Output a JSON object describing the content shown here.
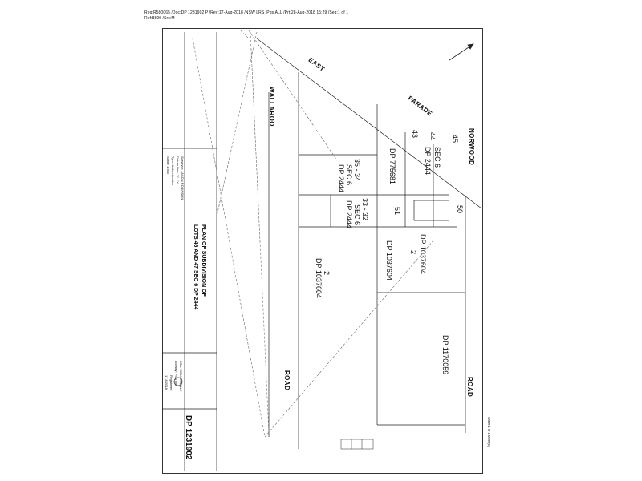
{
  "header": {
    "line1": "Reg:R580065 /Doc:DP 1231902 P /Rev:17-Aug-2018 /NSW LRS /Pgs:ALL /Prt:28-Aug-2018 15:29 /Seq:1 of 1",
    "line2": "Ref:8890 /Src:M"
  },
  "streets": {
    "east": "EAST",
    "parade": "PARADE",
    "wallaroo": "WALLAROO",
    "norwood": "NORWOOD",
    "road_left": "ROAD",
    "road_right": "ROAD"
  },
  "parcels": {
    "dp_775681": "DP 775681",
    "lot_43": "43",
    "lot_44": "44",
    "lot_45": "45",
    "sec6_2444_top": "SEC 6",
    "dp_2444_top": "DP 2444",
    "lots_35_34": "35 - 34",
    "sec6_mid": "SEC 6",
    "dp_2444_mid": "DP 2444",
    "lots_33_32": "33 - 32",
    "sec6_low": "SEC 6",
    "dp_2444_low": "DP 2444",
    "lot_50": "50",
    "lot_51": "51",
    "lot_2_left": "2",
    "dp_1037604_left": "DP 1037604",
    "lot_2_mid": "2",
    "dp_1037604_mid": "DP 1037604",
    "dp_1037604_right": "DP 1037604",
    "dp_1170059": "DP 1170059"
  },
  "title_block": {
    "plan_title": "PLAN OF SUBDIVISION OF",
    "plan_subtitle": "LOTS 46 AND 47 SEC 6 DP 2444",
    "lga": "LGA: WOLLONDILLY",
    "locality": "Locality: PICTON",
    "dp_number": "DP 1231902",
    "registered": "Registered",
    "reg_date": "17.8.2018",
    "sheet": "Sheet 1 of 1 sheet(s)"
  },
  "notes": {
    "surveyor": "Surveyor: JASON ROBINSON",
    "datum": "Datum Line: 'X' - 'Y'",
    "type": "Type: Authentication",
    "scale": "Scale: 1:500"
  },
  "colors": {
    "line": "#222222",
    "faint": "#777777"
  }
}
